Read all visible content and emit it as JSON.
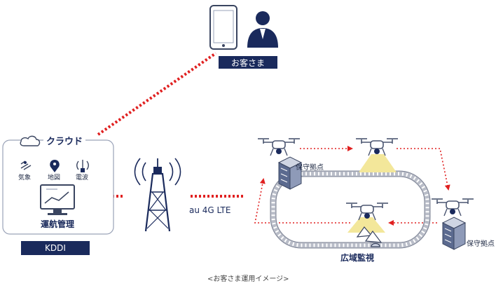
{
  "customer": {
    "label": "お客さま"
  },
  "cloud": {
    "title": "クラウド",
    "items": [
      {
        "label": "気象",
        "icon": "weather-icon"
      },
      {
        "label": "地図",
        "icon": "map-pin-icon"
      },
      {
        "label": "電波",
        "icon": "radio-signal-icon"
      }
    ],
    "system_label": "運航管理"
  },
  "provider": {
    "label": "KDDI"
  },
  "network": {
    "label": "au 4G LTE"
  },
  "sites": {
    "base_a": "保守拠点",
    "base_b": "保守拠点",
    "monitoring": "広域監視"
  },
  "caption": "<お客さま運用イメージ>",
  "colors": {
    "navy": "#1a2a5c",
    "red": "#e02020",
    "beam": "#f3e79a"
  }
}
